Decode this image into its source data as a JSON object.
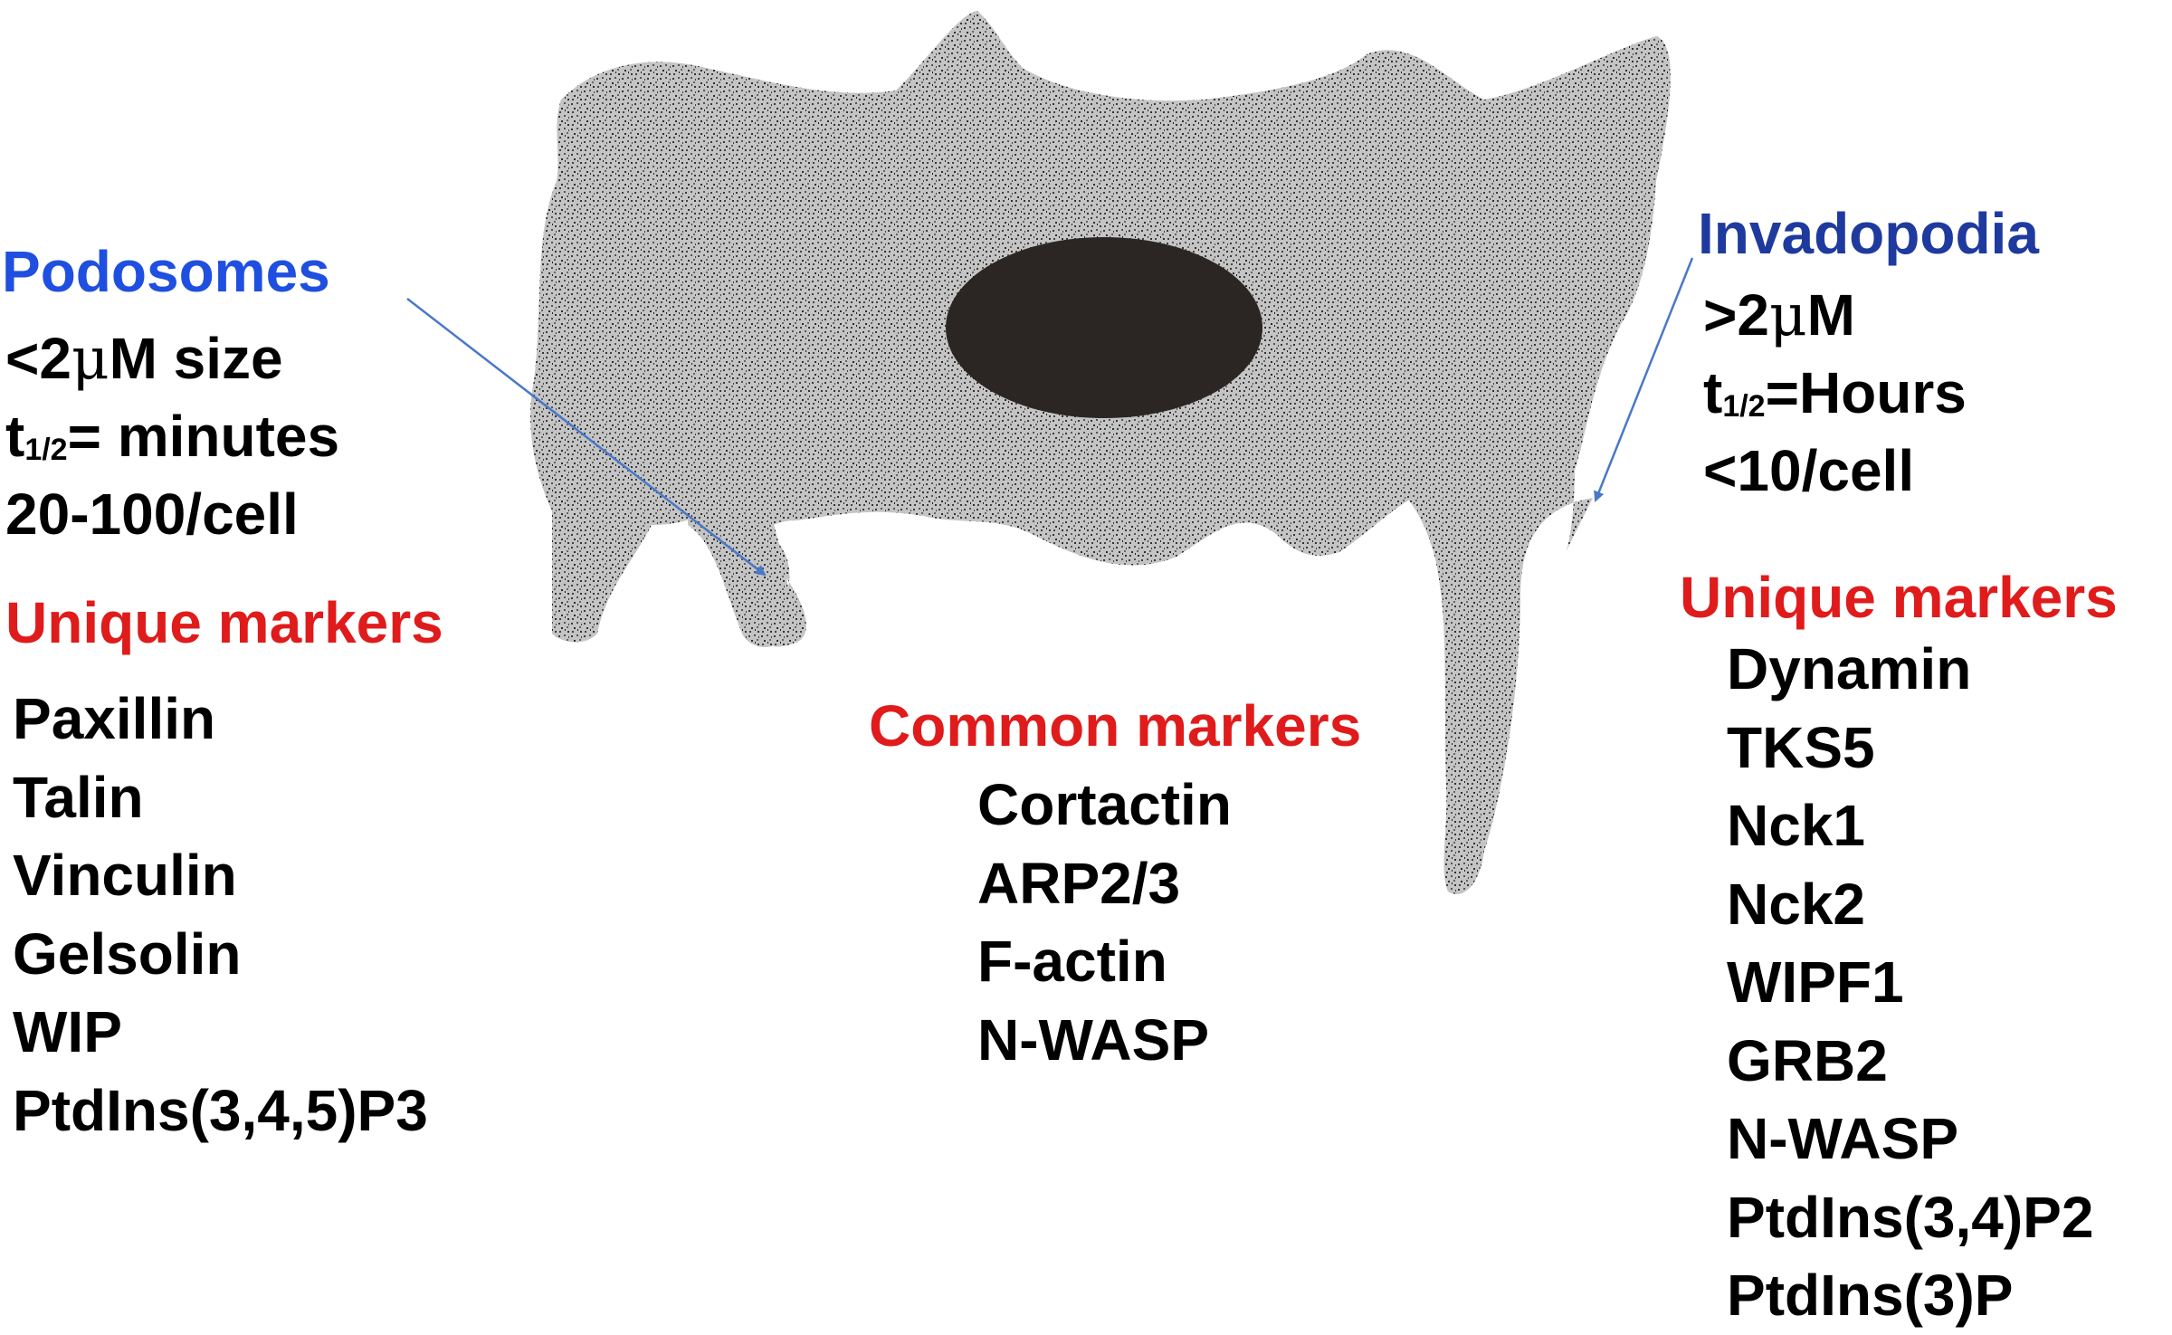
{
  "colors": {
    "podosomes_heading": "#1f4fe0",
    "invadopodia_heading": "#1f3a9e",
    "markers_heading": "#e01b1b",
    "arrow": "#4a78c8",
    "cell_fill": "#bdbdbd",
    "nucleus": "#2b2624"
  },
  "left": {
    "title": "Podosomes",
    "size": {
      "prefix": "<2",
      "mu": "μ",
      "suffix": "M size"
    },
    "halflife": {
      "t": "t",
      "sub": "1/2",
      "rest": "= minutes"
    },
    "count": "20-100/cell",
    "markers_title": "Unique markers",
    "markers": [
      "Paxillin",
      "Talin",
      "Vinculin",
      "Gelsolin",
      "WIP",
      "PtdIns(3,4,5)P3"
    ]
  },
  "right": {
    "title": "Invadopodia",
    "size": {
      "prefix": ">2",
      "mu": "μ",
      "suffix": "M"
    },
    "halflife": {
      "t": "t",
      "sub": "1/2",
      "rest": "=Hours"
    },
    "count": "<10/cell",
    "markers_title": "Unique markers",
    "markers": [
      "Dynamin",
      "TKS5",
      "Nck1",
      "Nck2",
      "WIPF1",
      "GRB2",
      "N-WASP",
      "PtdIns(3,4)P2",
      "PtdIns(3)P"
    ]
  },
  "center": {
    "markers_title": "Common markers",
    "markers": [
      "Cortactin",
      "ARP2/3",
      "F-actin",
      "N-WASP"
    ]
  }
}
